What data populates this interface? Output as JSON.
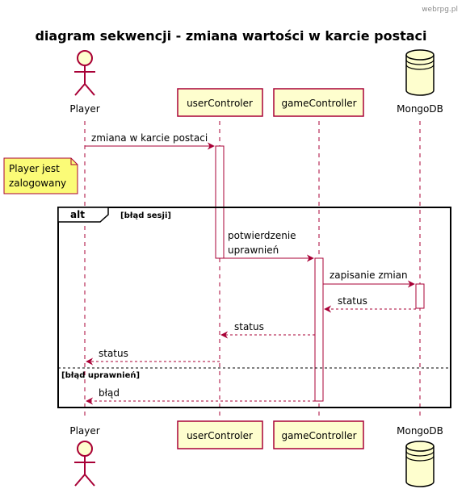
{
  "watermark": "webrpg.pl",
  "title": "diagram sekwencji - zmiana wartości w karcie postaci",
  "participants": {
    "player": "Player",
    "user_controler": "userControler",
    "game_controller": "gameController",
    "mongo": "MongoDB"
  },
  "note": {
    "line1": "Player jest",
    "line2": "zalogowany"
  },
  "alt": {
    "keyword": "alt",
    "guard1": "[błąd sesji]",
    "guard2": "[błąd uprawnień]"
  },
  "messages": {
    "m1": "zmiana w karcie postaci",
    "m2_line1": "potwierdzenie",
    "m2_line2": "uprawnień",
    "m3": "zapisanie zmian",
    "m4": "status",
    "m5": "status",
    "m6": "status",
    "m7": "błąd"
  },
  "colors": {
    "arrow": "#A80036",
    "participant_fill": "#FEFECE",
    "note_fill": "#FBFB77",
    "lifeline": "#A80036"
  }
}
